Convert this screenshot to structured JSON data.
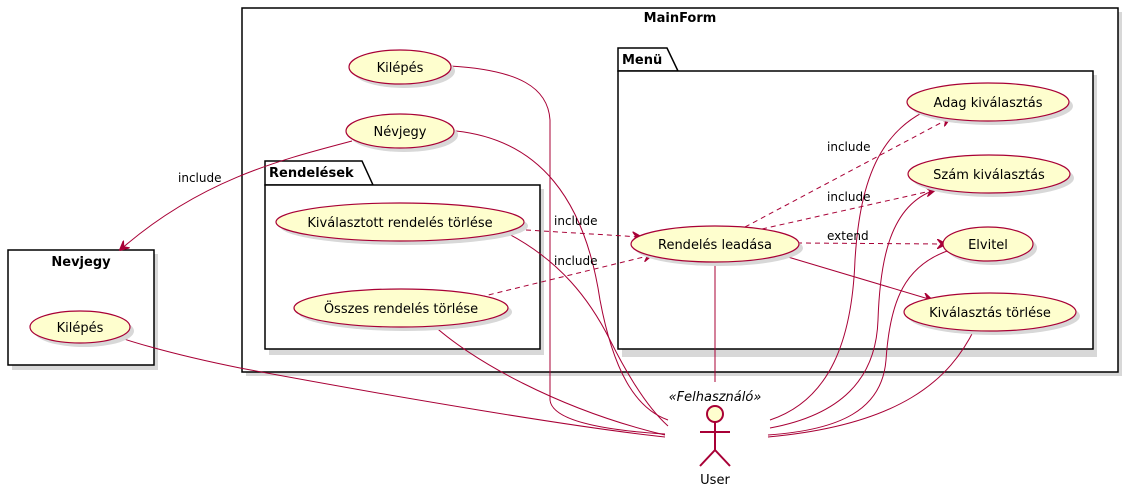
{
  "containers": {
    "mainform": "MainForm",
    "menu": "Menü",
    "rendelesek": "Rendelések",
    "nevjegy": "Nevjegy"
  },
  "use_cases": {
    "mainform_kilepes": "Kilépés",
    "mainform_nevjegy": "Névjegy",
    "kivalasztott_torlese": "Kiválasztott rendelés törlése",
    "osszes_torlese": "Összes rendelés törlése",
    "rendeles_leadasa": "Rendelés leadása",
    "adag_kivalasztas": "Adag kiválasztás",
    "szam_kivalasztas": "Szám kiválasztás",
    "elvitel": "Elvitel",
    "kivalasztas_torlese": "Kiválasztás törlése",
    "nevjegy_kilepes": "Kilépés"
  },
  "relation_labels": {
    "nevjegy_include": "include",
    "kivalasztott_include": "include",
    "osszes_include": "include",
    "adag_include": "include",
    "szam_include": "include",
    "elvitel_extend": "extend"
  },
  "actor": {
    "stereotype": "«Felhasználó»",
    "name": "User"
  },
  "colors": {
    "use_case_fill": "#fefece",
    "line": "#a80036"
  }
}
